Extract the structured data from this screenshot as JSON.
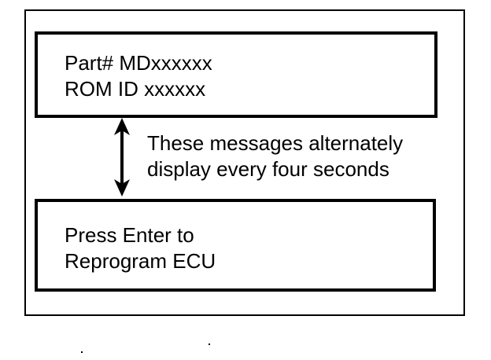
{
  "messages": {
    "first": {
      "line1": "Part# MDxxxxxx",
      "line2": "ROM ID xxxxxx"
    },
    "second": {
      "line1": "Press Enter to",
      "line2": "Reprogram ECU"
    }
  },
  "note": {
    "line1": "These messages alternately",
    "line2": "display every four seconds"
  },
  "icons": {
    "connector": "double-headed-vertical-arrow"
  }
}
